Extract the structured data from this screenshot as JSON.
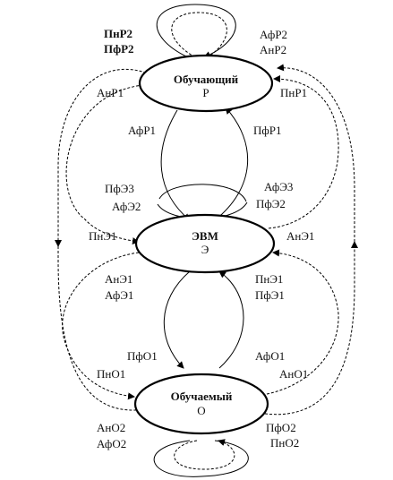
{
  "nodes": {
    "teacher": {
      "name": "Обучающий",
      "code": "Р"
    },
    "computer": {
      "name": "ЭВМ",
      "code": "Э"
    },
    "student": {
      "name": "Обучаемый",
      "code": "О"
    }
  },
  "labels": {
    "pnr2": "ПнР2",
    "pfr2": "ПфР2",
    "afr2": "АфР2",
    "anr2": "АнР2",
    "anr1": "АнР1",
    "pnr1": "ПнР1",
    "afr1": "АфР1",
    "pfr1": "ПфР1",
    "pfe3": "ПфЭ3",
    "afe3": "АфЭ3",
    "afe2": "АфЭ2",
    "pfe2": "ПфЭ2",
    "pne1": "ПнЭ1",
    "ane1_right": "АнЭ1",
    "ane1_left": "АнЭ1",
    "afe1": "АфЭ1",
    "pne1_right": "ПнЭ1",
    "pfe1": "ПфЭ1",
    "pfo1": "ПфО1",
    "afo1": "АфО1",
    "pno1": "ПнО1",
    "ano1": "АнО1",
    "ano2": "АнО2",
    "afo2": "АфО2",
    "pfo2": "ПфО2",
    "pno2": "ПнО2"
  }
}
